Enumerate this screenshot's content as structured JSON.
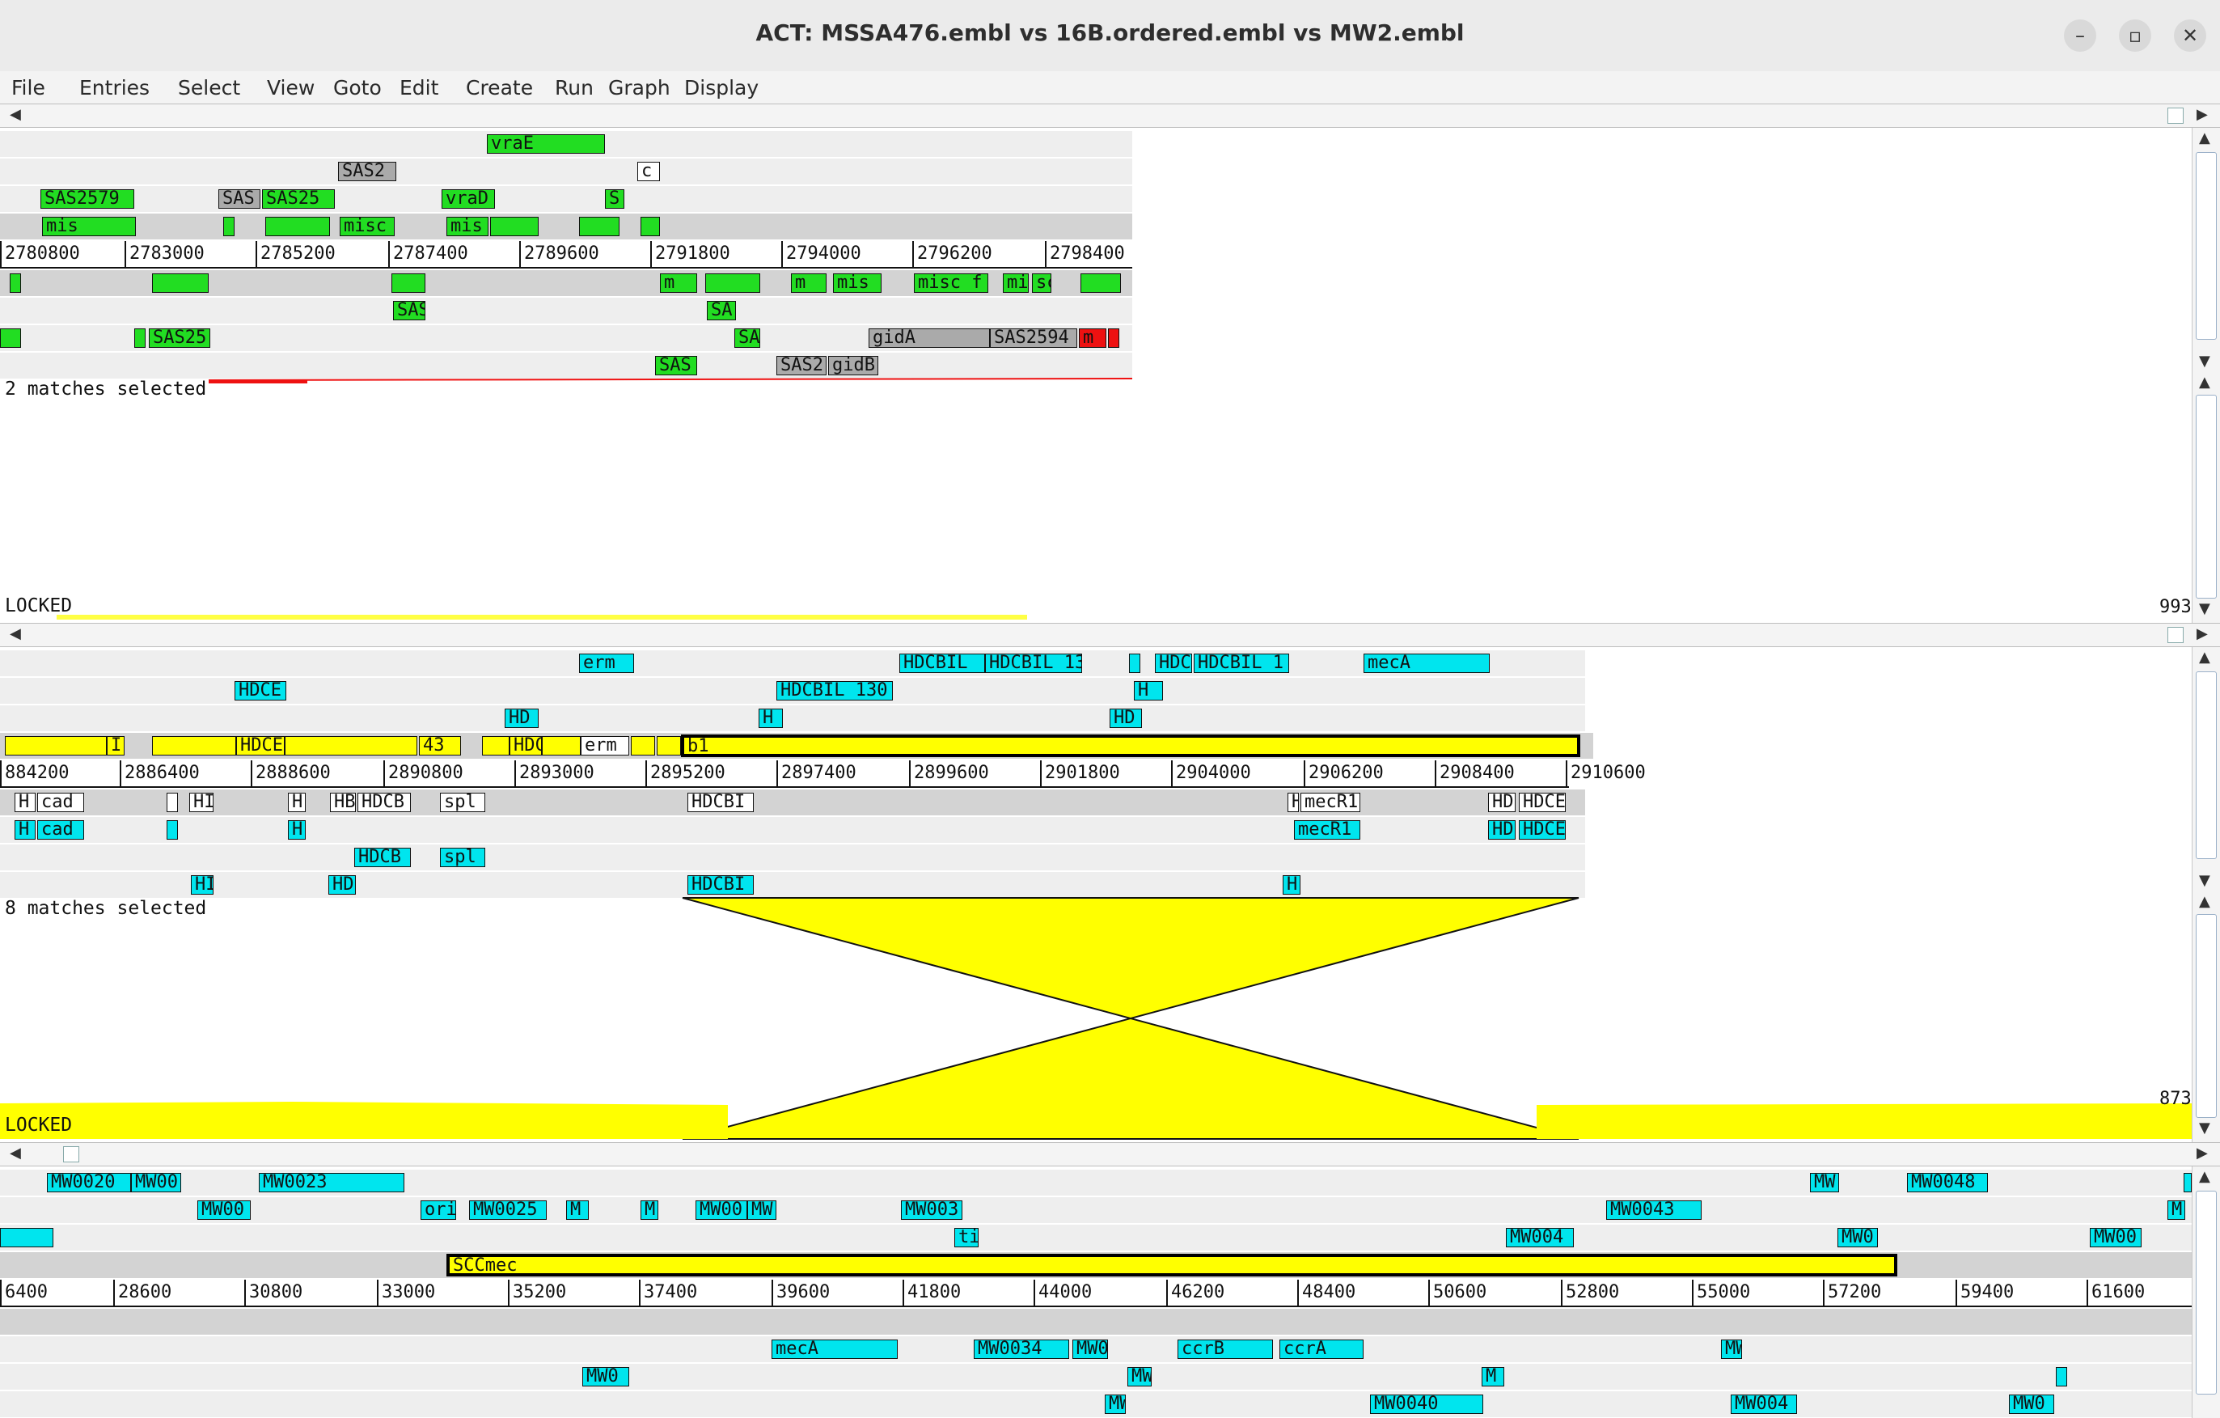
{
  "window": {
    "title": "ACT: MSSA476.embl vs 16B.ordered.embl vs MW2.embl",
    "minimize_glyph": "–",
    "maximize_glyph": "▫",
    "close_glyph": "✕"
  },
  "menu": [
    "File",
    "Entries",
    "Select",
    "View",
    "Goto",
    "Edit",
    "Create",
    "Run",
    "Graph",
    "Display"
  ],
  "colors": {
    "green_feature": "#22dd22",
    "cyan_feature": "#00e5ee",
    "yellow_feature": "#ffff00",
    "grey_feature": "#aaaaaa",
    "red_feature": "#ee1111",
    "match_line": "#ee1111"
  },
  "panel1": {
    "scale": [
      "2780800",
      "2783000",
      "2785200",
      "2787400",
      "2789600",
      "2791800",
      "2794000",
      "2796200",
      "2798400"
    ],
    "labels": {
      "vraE": "vraE",
      "sas2a": "SAS2",
      "c": "c",
      "sas2579": "SAS2579",
      "sas_b": "SAS",
      "sas25": "SAS25",
      "vraD": "vraD",
      "s": "S",
      "mis": "mis",
      "misc": "misc",
      "mis2": "mis",
      "im": "m",
      "mis3": "mis",
      "misc_f": "misc f",
      "mi": "mi",
      "sc": "sc",
      "sas_c": "SAS",
      "sa": "SA",
      "sas25b": "SAS25",
      "sa2": "SA",
      "gidA": "gidA",
      "sas2594": "SAS2594",
      "m": "m",
      "sas_d": "SAS",
      "sas2b": "SAS2",
      "gidB": "gidB"
    },
    "status": "2 matches selected",
    "locked": "LOCKED",
    "right_number": "993"
  },
  "panel2": {
    "scale": [
      "884200",
      "2886400",
      "2888600",
      "2890800",
      "2893000",
      "2895200",
      "2897400",
      "2899600",
      "2901800",
      "2904000",
      "2906200",
      "2908400",
      "2910600"
    ],
    "labels": {
      "erm": "erm",
      "hdcbil1": "HDCBIL",
      "hdcbil13": "HDCBIL 13",
      "hdc": "HDC",
      "hdcbil1b": "HDCBIL 1",
      "mecA": "mecA",
      "hdce": "HDCE",
      "hdcbil130": "HDCBIL 130",
      "hdc2": "HD",
      "hdc3": "HD",
      "h4": "H",
      "y_i": "I",
      "y_hdce": "HDCE",
      "y_43": "43",
      "y_hdc": "HDC",
      "y_erm": "erm",
      "y_b1": "b1",
      "hcad": "H",
      "cad": "cad",
      "hi": "HI",
      "h": "H",
      "hb": "HB",
      "hdcb": "HDCB",
      "spl": "spl",
      "hdcbi": "HDCBI",
      "hmec": "H",
      "mecR1": "mecR1",
      "hd2": "HD",
      "hdce2": "HDCE",
      "hcad2": "H",
      "cad2": "cad",
      "h2": "H",
      "mecR1b": "mecR1",
      "hd3": "HD",
      "hdce3": "HDCE",
      "hdcb2": "HDCB",
      "spl2": "spl",
      "hi2": "HI",
      "hd4": "HD",
      "hdcbi2": "HDCBI",
      "h3": "H"
    },
    "status": "8 matches selected",
    "locked": "LOCKED",
    "right_number": "873"
  },
  "panel3": {
    "scale": [
      "6400",
      "28600",
      "30800",
      "33000",
      "35200",
      "37400",
      "39600",
      "41800",
      "44000",
      "46200",
      "48400",
      "50600",
      "52800",
      "55000",
      "57200",
      "59400",
      "61600"
    ],
    "labels": {
      "mw0020": "MW0020",
      "mw00a": "MW00",
      "mw0023": "MW0023",
      "mw_a": "MW",
      "mw0048": "MW0048",
      "mw00b": "MW00",
      "ori": "ori",
      "mw0025": "MW0025",
      "m1": "M",
      "m2": "M",
      "mw00c": "MW00",
      "mw_b": "MW",
      "mw003": "MW003",
      "mw0043": "MW0043",
      "m3": "M",
      "ti": "ti",
      "mw004": "MW004",
      "mw0": "MW0",
      "mw00d": "MW00",
      "sccmec": "SCCmec",
      "mecA": "mecA",
      "mw0034": "MW0034",
      "mw_c": "MW0",
      "ccrB": "ccrB",
      "ccrA": "ccrA",
      "mw_d": "MW",
      "mw00e": "MW0",
      "mw_e": "MW",
      "m4": "M",
      "mw_f": "MW",
      "mw0040": "MW0040",
      "mw004b": "MW004",
      "mw0f": "MW0"
    }
  }
}
